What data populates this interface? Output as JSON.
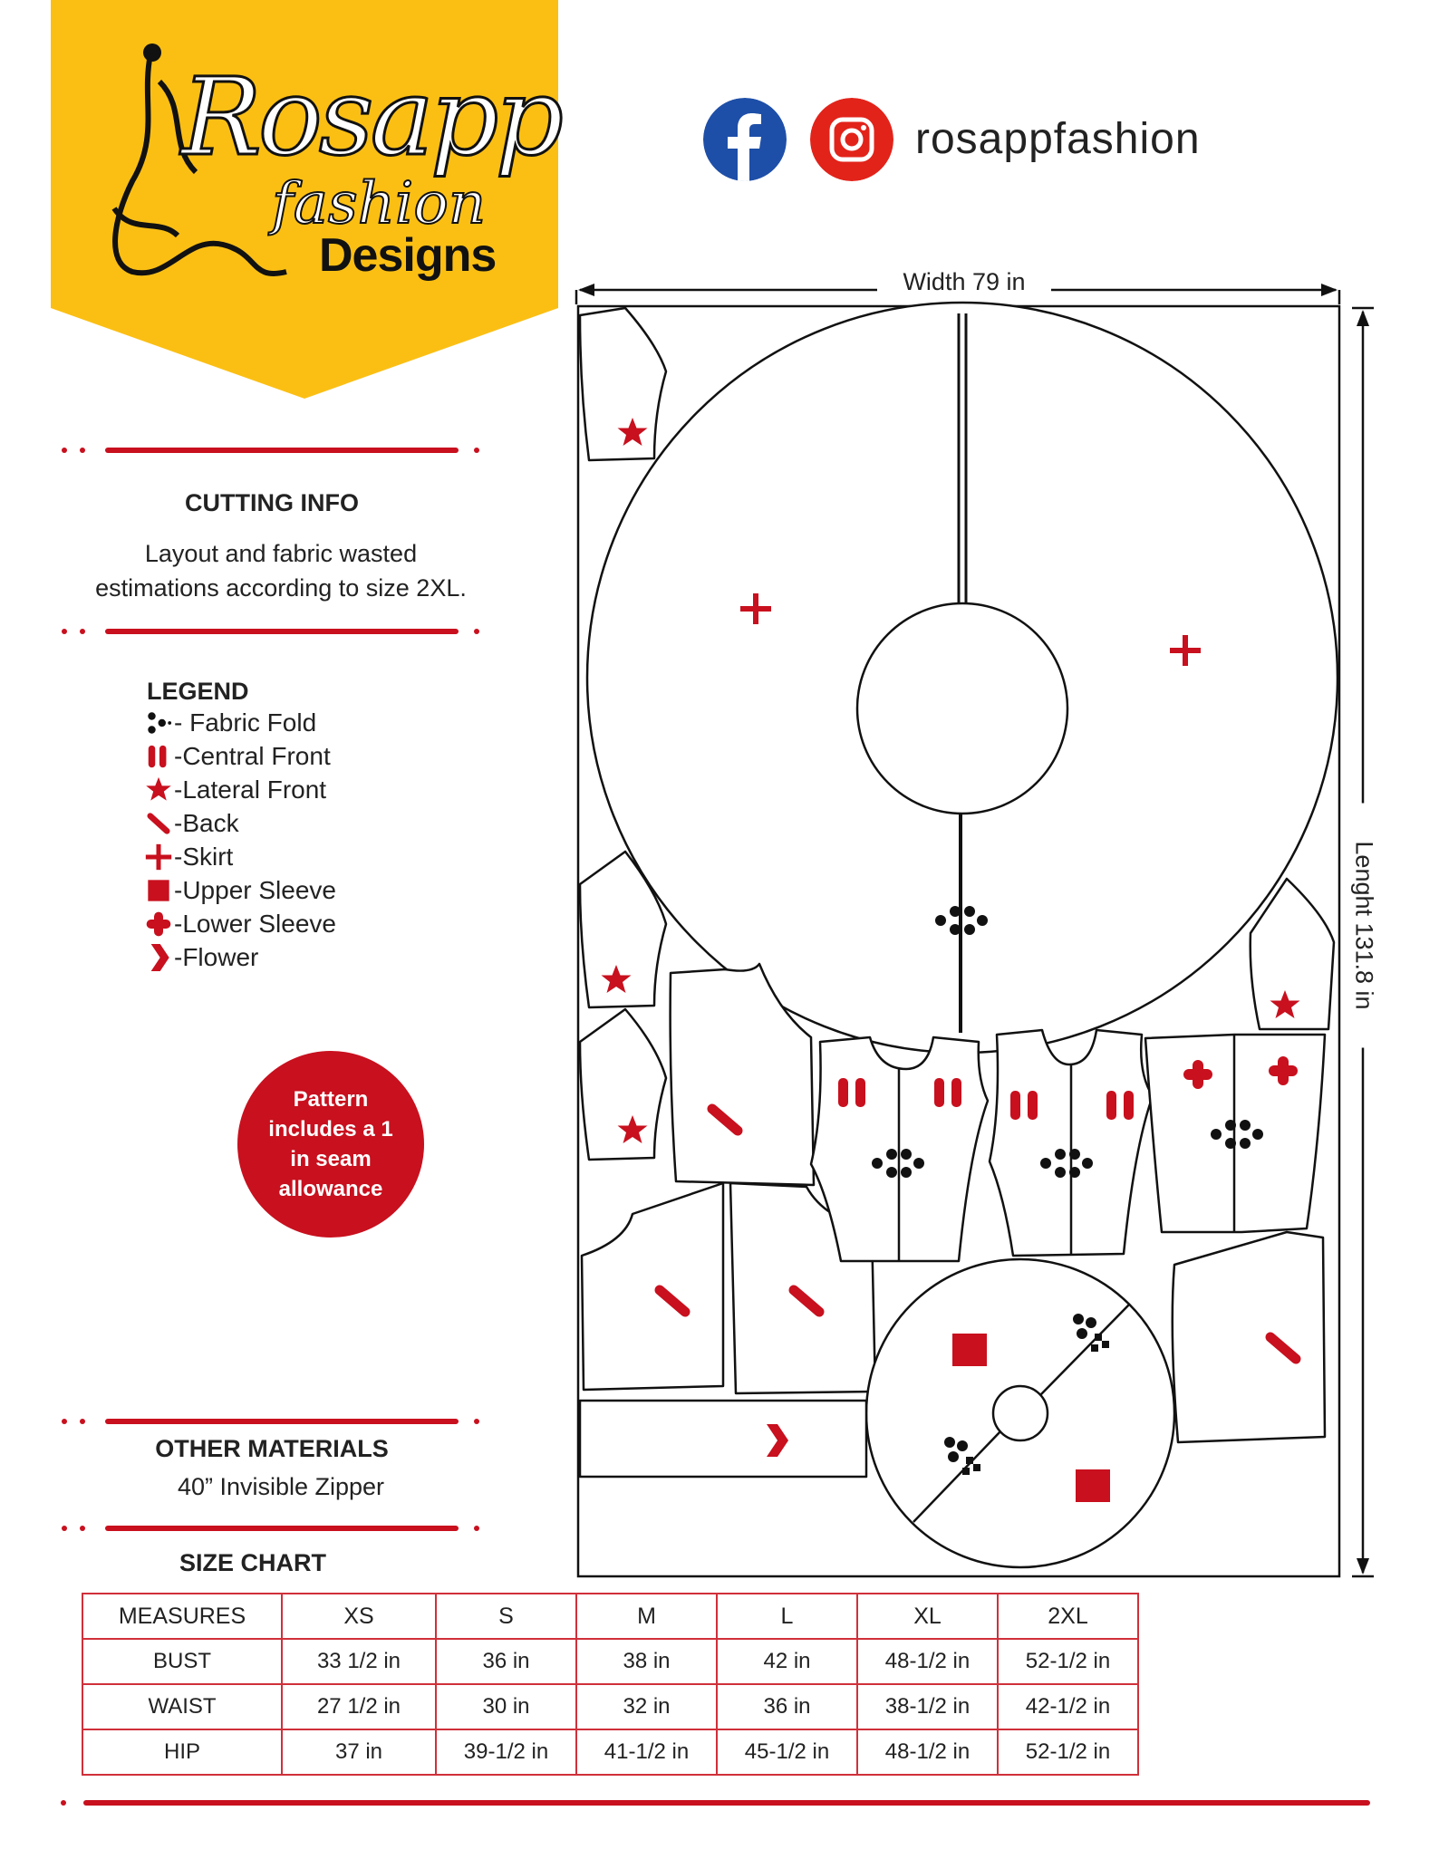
{
  "brand": {
    "script_name": "Rosapp",
    "script_sub": "fashion",
    "designs": "Designs",
    "banner_color": "#FBBF14"
  },
  "social": {
    "icons": [
      "facebook-icon",
      "instagram-icon"
    ],
    "handle": "rosappfashion"
  },
  "cutting_info": {
    "title": "CUTTING INFO",
    "line1": "Layout and fabric wasted",
    "line2": "estimations according to size 2XL."
  },
  "legend": {
    "title": "LEGEND",
    "items": [
      {
        "icon": "fabric-fold-icon",
        "label": "- Fabric Fold"
      },
      {
        "icon": "central-front-icon",
        "label": "-Central Front"
      },
      {
        "icon": "lateral-front-icon",
        "label": "-Lateral Front"
      },
      {
        "icon": "back-icon",
        "label": "-Back"
      },
      {
        "icon": "skirt-icon",
        "label": "-Skirt"
      },
      {
        "icon": "upper-sleeve-icon",
        "label": "-Upper Sleeve"
      },
      {
        "icon": "lower-sleeve-icon",
        "label": "-Lower Sleeve"
      },
      {
        "icon": "flower-icon",
        "label": "-Flower"
      }
    ]
  },
  "allowance_badge": "Pattern includes a 1 in seam allowance",
  "other_materials": {
    "title": "OTHER MATERIALS",
    "item": "40” Invisible Zipper"
  },
  "layout": {
    "width_label": "Width 79 in",
    "length_label": "Lenght 131.8 in"
  },
  "size_chart": {
    "title": "SIZE CHART",
    "headers": [
      "MEASURES",
      "XS",
      "S",
      "M",
      "L",
      "XL",
      "2XL"
    ],
    "rows": [
      [
        "BUST",
        "33 1/2 in",
        "36 in",
        "38 in",
        "42 in",
        "48-1/2 in",
        "52-1/2 in"
      ],
      [
        "WAIST",
        "27 1/2 in",
        "30 in",
        "32 in",
        "36 in",
        "38-1/2 in",
        "42-1/2 in"
      ],
      [
        "HIP",
        "37 in",
        "39-1/2 in",
        "41-1/2 in",
        "45-1/2 in",
        "48-1/2 in",
        "52-1/2 in"
      ]
    ]
  },
  "colors": {
    "accent_red": "#C8101E",
    "facebook_blue": "#1E4FA8",
    "instagram_red": "#E2231A"
  }
}
